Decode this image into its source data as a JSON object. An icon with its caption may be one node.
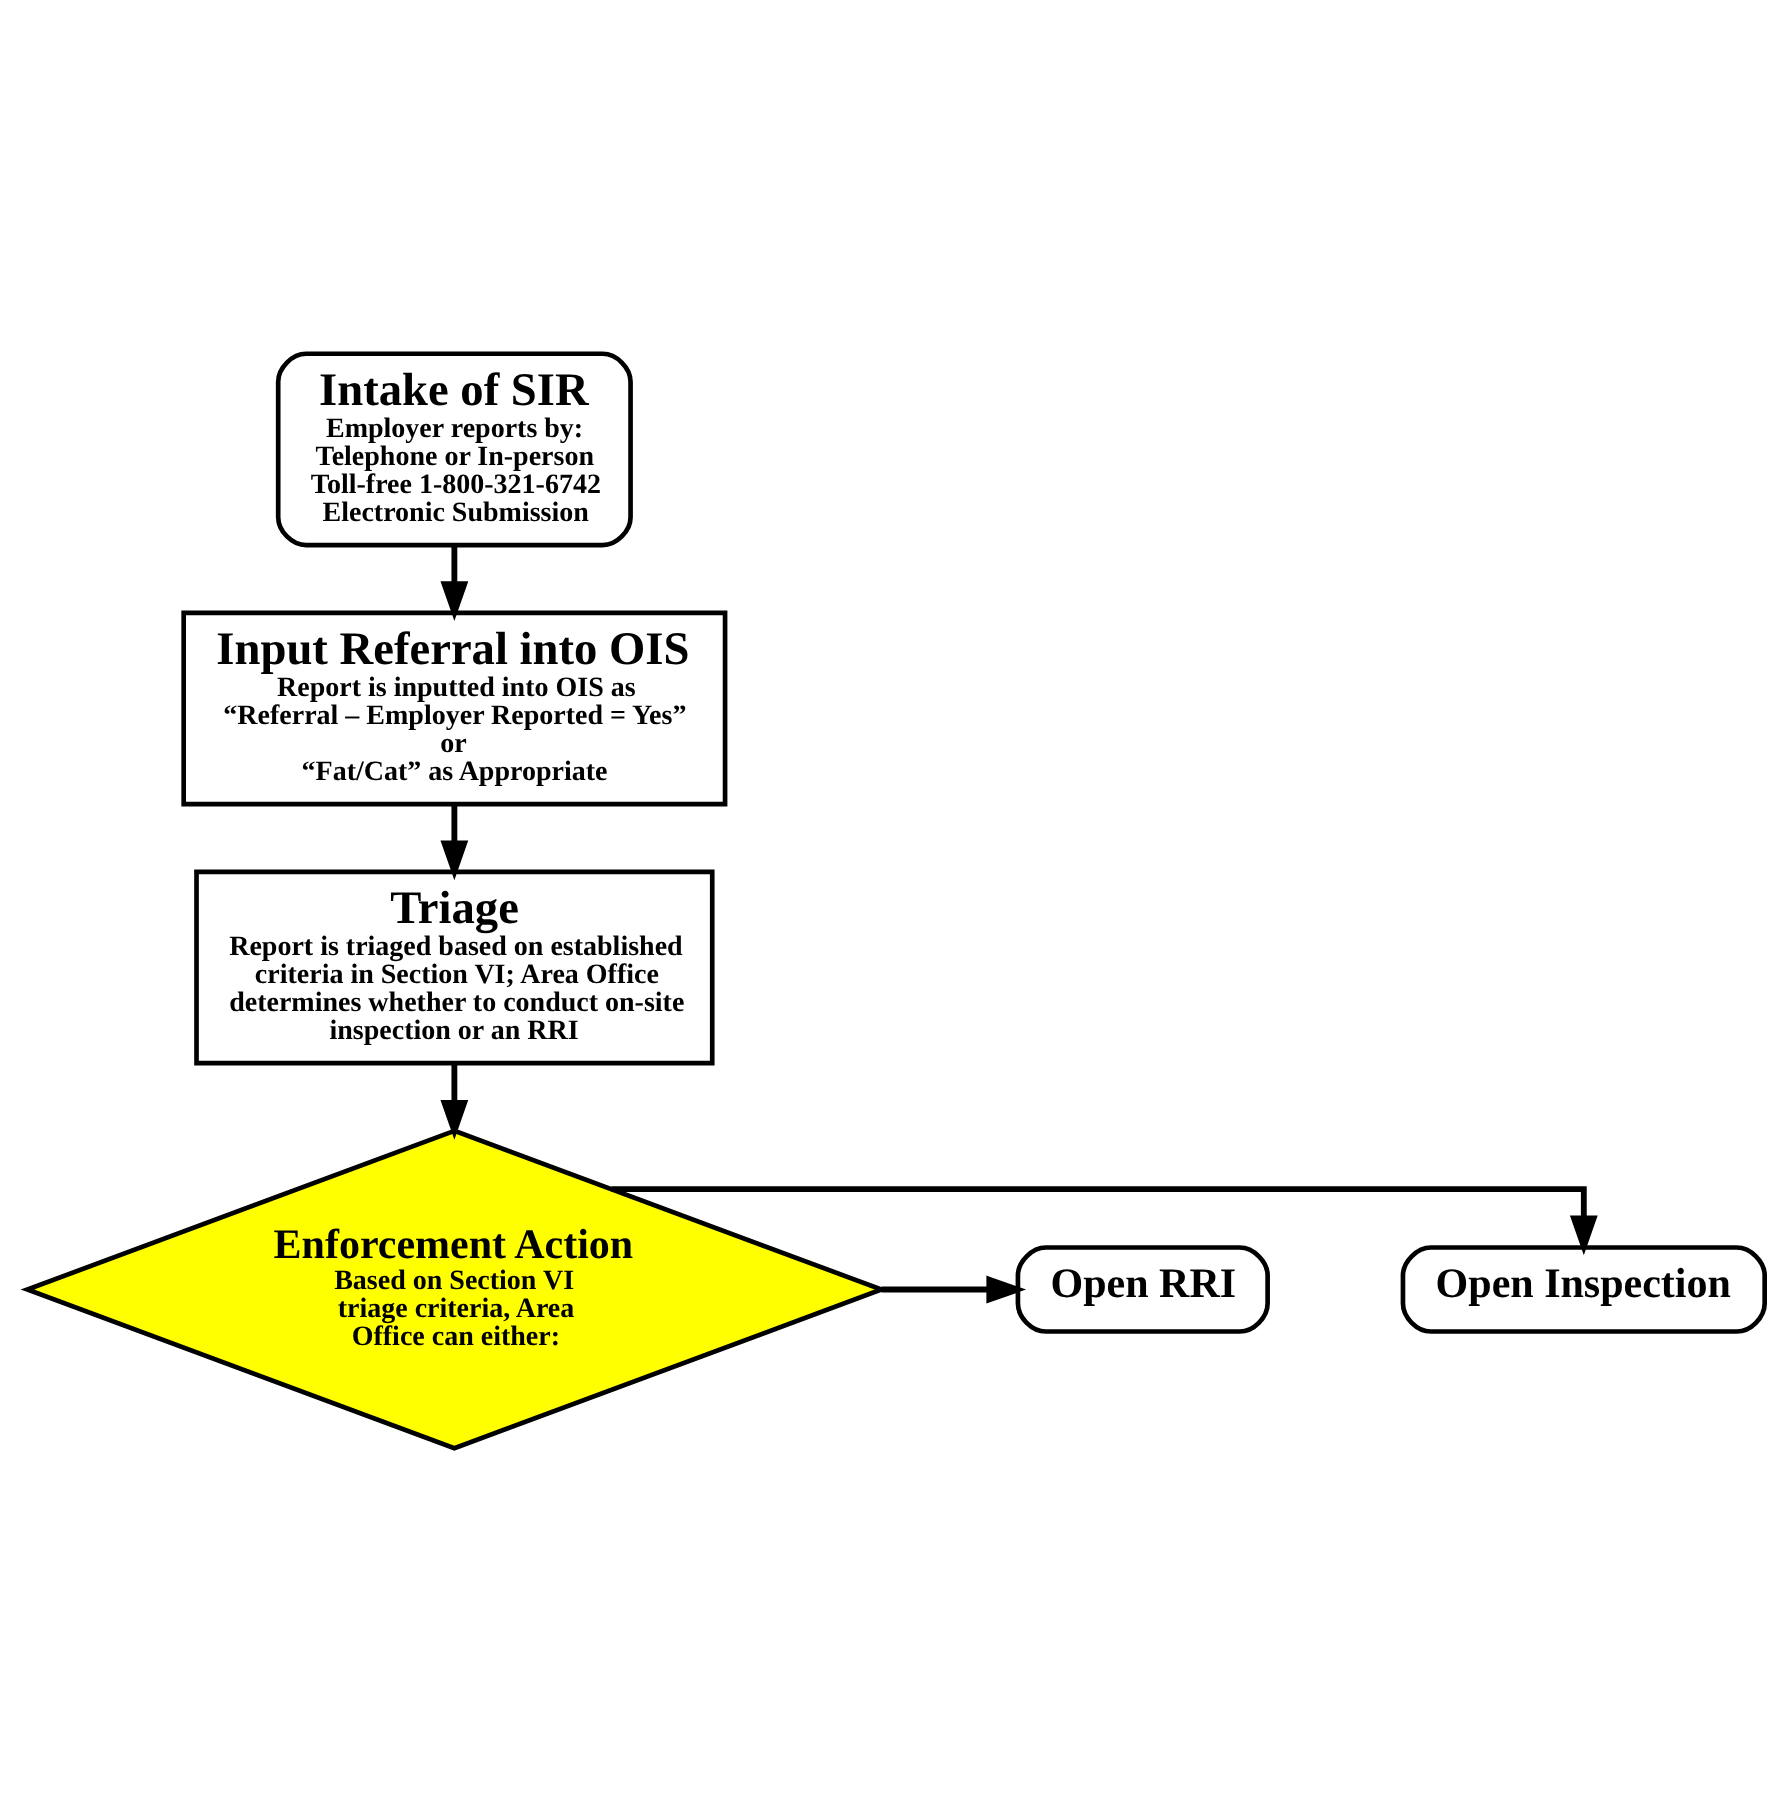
{
  "diagram": {
    "nodes": [
      {
        "text": [
          "Intake of SIR",
          "Employer reports by:",
          "Telephone or In-person",
          "Toll-free 1-800-321-6742",
          "Electronic Submission"
        ]
      },
      {
        "text": [
          "Input Referral into OIS",
          "Report is inputted into OIS as",
          "“Referral – Employer Reported = Yes”",
          "or",
          "“Fat/Cat” as Appropriate"
        ]
      },
      {
        "text": [
          "Triage",
          "Report is triaged based on established criteria in Section VI; Area Office determines whether to conduct on-site inspection or an RRI"
        ]
      },
      {
        "text": [
          "Enforcement Action",
          "Based on Section VI triage criteria, Area Office can either:"
        ]
      },
      {
        "text": [
          "Open Inspection"
        ]
      },
      {
        "text": [
          "Open RRI"
        ]
      }
    ],
    "edges": [
      {
        "from": 0,
        "to": 1,
        "arrow": "to"
      },
      {
        "from": 1,
        "to": 2,
        "arrow": "to"
      },
      {
        "from": 2,
        "to": 3,
        "arrow": "to"
      },
      {
        "from": 3,
        "to": 4,
        "arrow": "to"
      },
      {
        "from": 3,
        "to": 5,
        "arrow": "to"
      }
    ]
  }
}
